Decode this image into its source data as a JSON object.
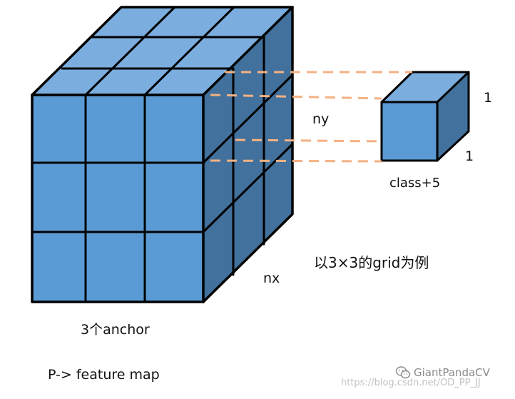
{
  "labels": {
    "ny": "ny",
    "nx": "nx",
    "one_top": "1",
    "one_side": "1",
    "cell_depth": "class+5",
    "grid_example": "以3×3的grid为例",
    "anchor": "3个anchor",
    "feature_map": "P-> feature map"
  },
  "watermark": {
    "url": "https://blog.csdn.net/OD_PP_JJ",
    "brand": "GiantPandaCV",
    "icon": "wechat-icon"
  },
  "colors": {
    "front": "#5B9BD5",
    "top": "#7BAEDF",
    "side": "#41719C",
    "edge": "#000000",
    "dash": "#F4B183"
  }
}
